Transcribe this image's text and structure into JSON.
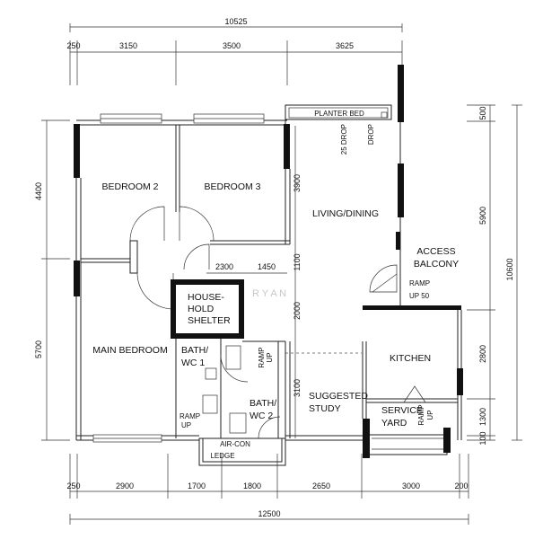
{
  "dimensions": {
    "top_total": "10525",
    "top_segments": [
      "250",
      "3150",
      "3500",
      "3625"
    ],
    "bottom_segments": [
      "250",
      "2900",
      "1700",
      "1800",
      "2650",
      "3000",
      "200"
    ],
    "bottom_total": "12500",
    "left": [
      "4400",
      "5700"
    ],
    "right_inner": [
      "500",
      "5900",
      "2800",
      "1300",
      "100"
    ],
    "right_total": "10600",
    "interior": [
      "3900",
      "1100",
      "2000",
      "3100",
      "2300",
      "1450"
    ]
  },
  "rooms": {
    "bedroom2": "BEDROOM 2",
    "bedroom3": "BEDROOM 3",
    "living": "LIVING/DINING",
    "main_bedroom": "MAIN BEDROOM",
    "shelter_line1": "HOUSE-",
    "shelter_line2": "HOLD",
    "shelter_line3": "SHELTER",
    "bath1_line1": "BATH/",
    "bath1_line2": "WC 1",
    "bath2_line1": "BATH/",
    "bath2_line2": "WC 2",
    "study_line1": "SUGGESTED",
    "study_line2": "STUDY",
    "kitchen": "KITCHEN",
    "service_line1": "SERVICE",
    "service_line2": "YARD",
    "aircon_line1": "AIR-CON",
    "aircon_line2": "LEDGE",
    "access_line1": "ACCESS",
    "access_line2": "BALCONY",
    "planter": "PLANTER BED"
  },
  "annotations": {
    "drop1": "25 DROP",
    "drop2": "DROP",
    "ramp_up50_line1": "RAMP",
    "ramp_up50_line2": "UP 50",
    "ramp": "RAMP",
    "up": "UP"
  },
  "watermark": "R Y A N"
}
